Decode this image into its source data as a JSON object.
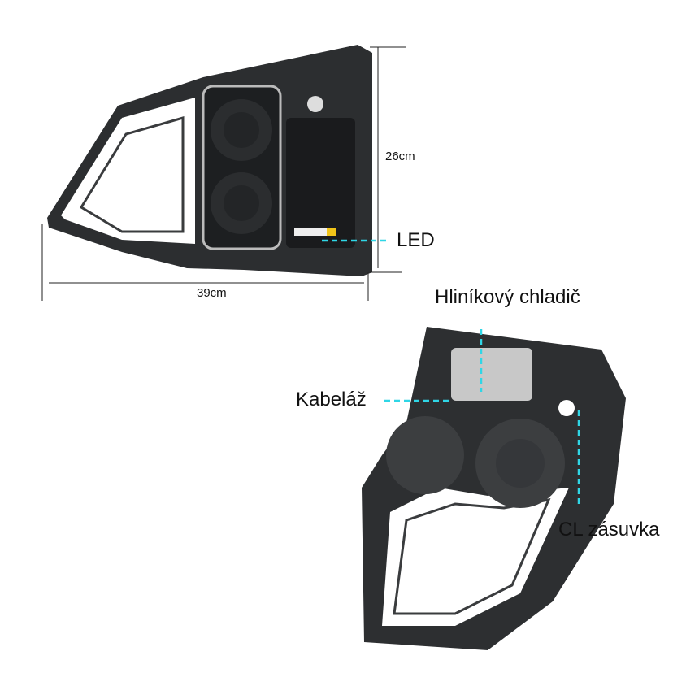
{
  "dimensions": {
    "height_label": "26cm",
    "width_label": "39cm"
  },
  "callouts": {
    "led": "LED",
    "heatsink": "Hliníkový chladič",
    "wiring": "Kabeláž",
    "cl_socket": "CL zásuvka"
  },
  "colors": {
    "callout_line": "#2fd6e6",
    "part": "#2a2c2e",
    "dim_line": "#222222"
  }
}
